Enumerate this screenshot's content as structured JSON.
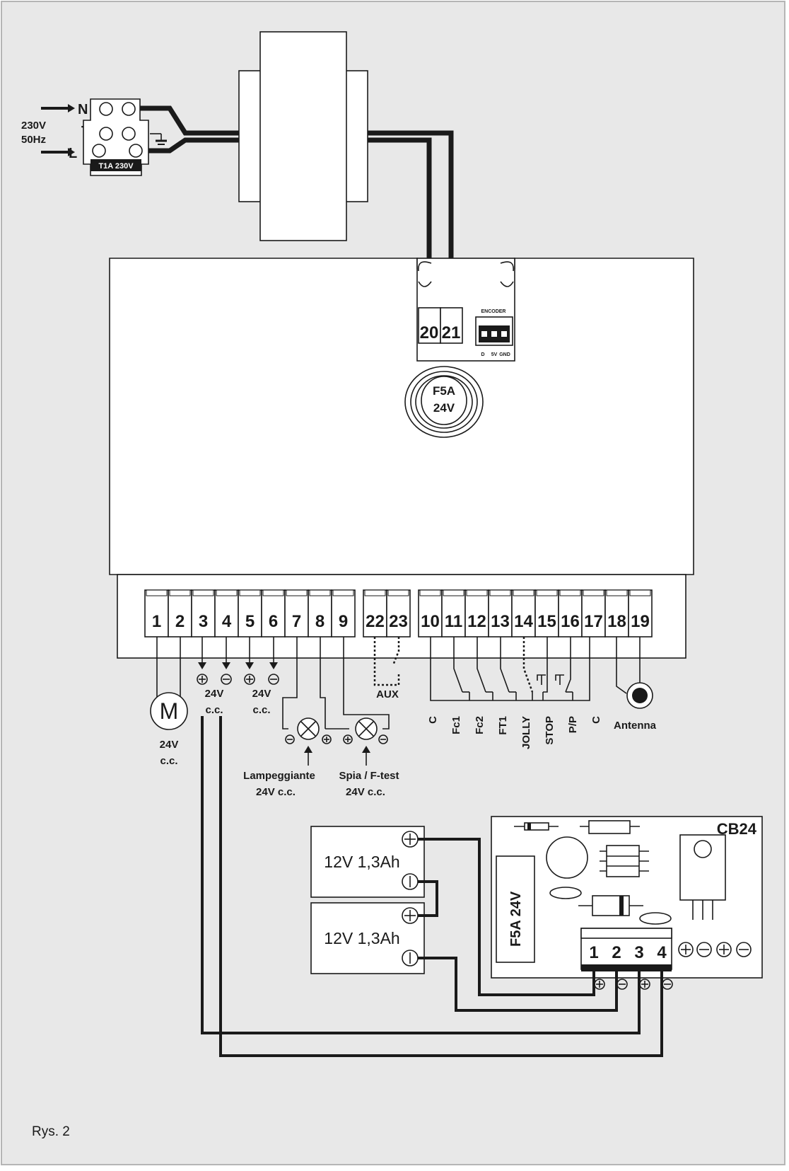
{
  "figure_label": "Rys. 2",
  "mains": {
    "voltage": "230V",
    "frequency": "50Hz",
    "neutral": "N",
    "earth": "T",
    "line": "L",
    "fuse": "T1A 230V"
  },
  "board": {
    "transformer_terminals": [
      "20",
      "21"
    ],
    "encoder": {
      "title": "ENCODER",
      "pins": [
        "D",
        "5V",
        "GND"
      ]
    },
    "fuse": [
      "F5A",
      "24V"
    ]
  },
  "terminals": {
    "left": [
      "1",
      "2",
      "3",
      "4",
      "5",
      "6",
      "7",
      "8",
      "9"
    ],
    "aux": [
      "22",
      "23"
    ],
    "right": [
      "10",
      "11",
      "12",
      "13",
      "14",
      "15",
      "16",
      "17",
      "18",
      "19"
    ]
  },
  "loads": {
    "motor_symbol": "M",
    "motor_voltage": [
      "24V",
      "c.c."
    ],
    "out_34": [
      "24V",
      "c.c."
    ],
    "out_56": [
      "24V",
      "c.c."
    ],
    "aux_label": "AUX",
    "lamp": [
      "Lampeggiante",
      "24V c.c."
    ],
    "spia": [
      "Spia / F-test",
      "24V c.c."
    ],
    "inputs": [
      "C",
      "Fc1",
      "Fc2",
      "FT1",
      "JOLLY",
      "STOP",
      "P/P",
      "C"
    ],
    "antenna": "Antenna"
  },
  "battery": {
    "cells": [
      "12V 1,3Ah",
      "12V 1,3Ah"
    ],
    "charger": "CB24",
    "charger_fuse": "F5A 24V",
    "charger_terminals": [
      "1",
      "2",
      "3",
      "4"
    ]
  }
}
